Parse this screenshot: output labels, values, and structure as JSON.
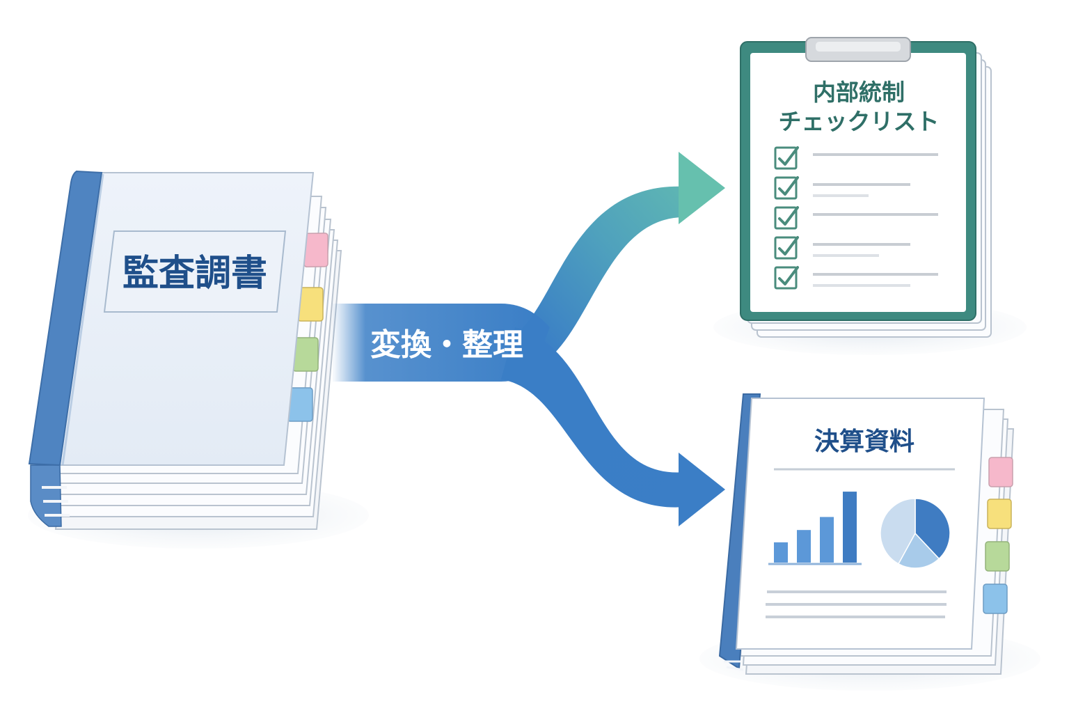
{
  "source": {
    "title": "監査調書",
    "tab_colors": [
      "#f6b8cb",
      "#f7e07c",
      "#b7d99a",
      "#8cc2ea"
    ]
  },
  "flow": {
    "label": "変換・整理",
    "colors": {
      "start": "#3a7ec6",
      "checklist_arrow": "#66c0ae",
      "financial_arrow": "#3b7ec6"
    }
  },
  "checklist": {
    "title_line1": "内部統制",
    "title_line2": "チェックリスト",
    "checked_items": 5,
    "colors": {
      "frame": "#3e8a80",
      "check": "#4a8c7d"
    }
  },
  "financial": {
    "title": "決算資料",
    "bar_values": [
      0.28,
      0.45,
      0.63,
      0.98
    ],
    "pie_slices": [
      0.38,
      0.2,
      0.42
    ],
    "tab_colors": [
      "#f6b8cb",
      "#f7e07c",
      "#b7d99a",
      "#8cc2ea"
    ],
    "colors": {
      "spine": "#4a7fbd",
      "bars": "#5c98d8",
      "pie": [
        "#3f7cc2",
        "#a8cbea",
        "#c9dcef"
      ]
    }
  }
}
